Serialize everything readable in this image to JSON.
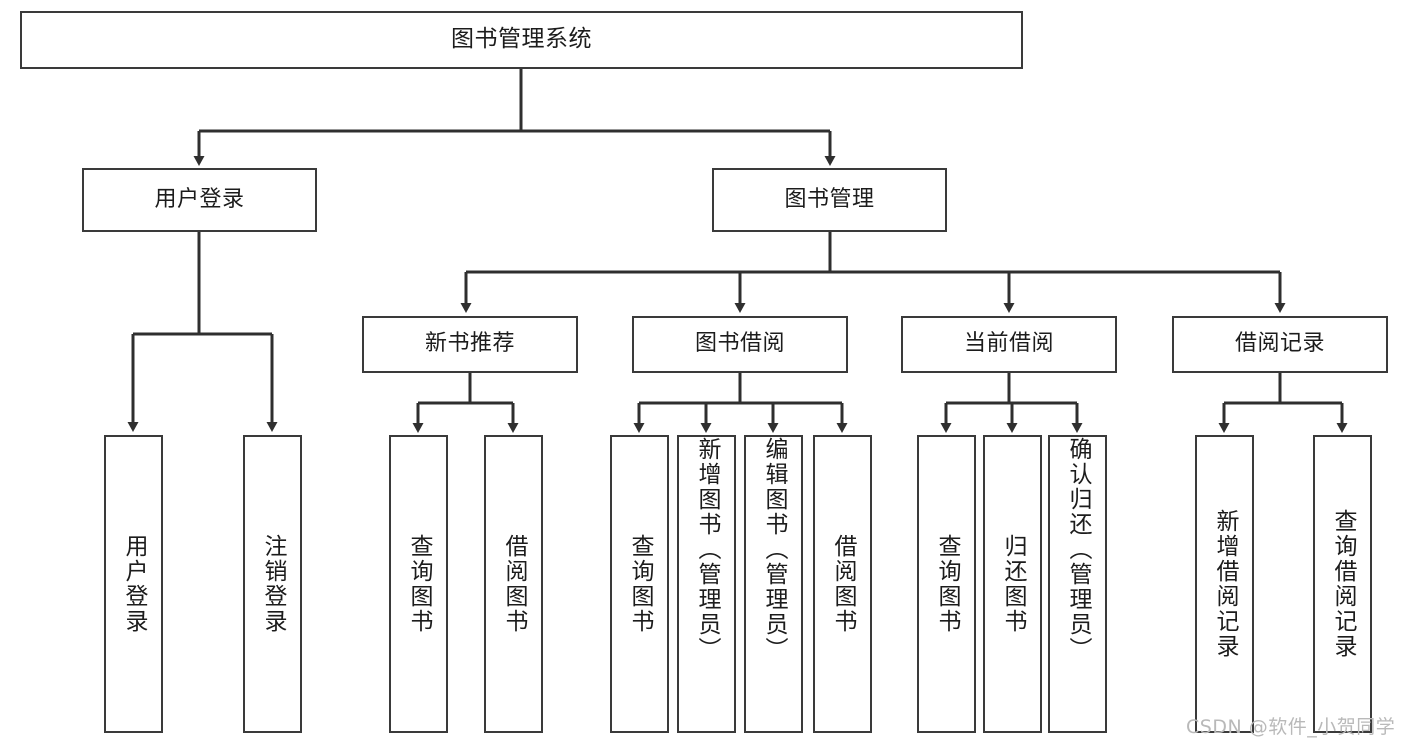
{
  "diagram": {
    "type": "tree-hierarchy",
    "title": "图书管理系统",
    "orientation": "top-down",
    "colors": {
      "box_border": "#3a3a3a",
      "box_fill": "#ffffff",
      "connector": "#2f2f2f",
      "text": "#1c1c1c",
      "watermark": "#b9b9b9"
    }
  },
  "root": {
    "label": "图书管理系统"
  },
  "level2": [
    {
      "label": "用户登录"
    },
    {
      "label": "图书管理"
    }
  ],
  "level3": [
    {
      "label": "新书推荐"
    },
    {
      "label": "图书借阅"
    },
    {
      "label": "当前借阅"
    },
    {
      "label": "借阅记录"
    }
  ],
  "leaves": {
    "user_login": [
      {
        "label": "用户登录"
      },
      {
        "label": "注销登录"
      }
    ],
    "new_book_recommend": [
      {
        "label": "查询图书"
      },
      {
        "label": "借阅图书"
      }
    ],
    "book_borrow": [
      {
        "label": "查询图书"
      },
      {
        "label": "新增图书（管理员）"
      },
      {
        "label": "编辑图书（管理员）"
      },
      {
        "label": "借阅图书"
      }
    ],
    "current_borrow": [
      {
        "label": "查询图书"
      },
      {
        "label": "归还图书"
      },
      {
        "label": "确认归还（管理员）"
      }
    ],
    "borrow_record": [
      {
        "label": "新增借阅记录"
      },
      {
        "label": "查询借阅记录"
      }
    ]
  },
  "watermark": {
    "text": "CSDN @软件_小贺同学"
  }
}
